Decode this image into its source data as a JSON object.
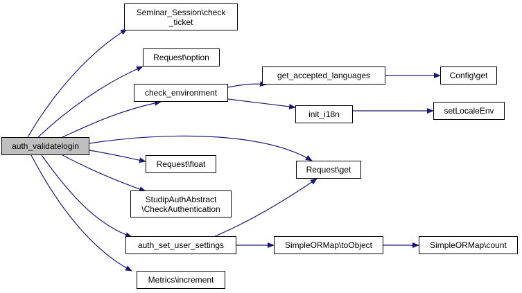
{
  "colors": {
    "edge": "#191970",
    "root_fill": "#bfbfbf",
    "node_fill": "#ffffff",
    "border": "#000000"
  },
  "nodes": {
    "auth_validatelogin": {
      "lines": [
        "auth_validatelogin"
      ]
    },
    "seminar_check_ticket": {
      "lines": [
        "Seminar_Session\\check",
        "_ticket"
      ]
    },
    "request_option": {
      "lines": [
        "Request\\option"
      ]
    },
    "check_environment": {
      "lines": [
        "check_environment"
      ]
    },
    "get_accepted_languages": {
      "lines": [
        "get_accepted_languages"
      ]
    },
    "config_get": {
      "lines": [
        "Config\\get"
      ]
    },
    "init_i18n": {
      "lines": [
        "init_i18n"
      ]
    },
    "setlocaleenv": {
      "lines": [
        "setLocaleEnv"
      ]
    },
    "request_float": {
      "lines": [
        "Request\\float"
      ]
    },
    "request_get": {
      "lines": [
        "Request\\get"
      ]
    },
    "studip_check_auth": {
      "lines": [
        "StudipAuthAbstract",
        "\\CheckAuthentication"
      ]
    },
    "auth_set_user_settings": {
      "lines": [
        "auth_set_user_settings"
      ]
    },
    "simpleormap_toobject": {
      "lines": [
        "SimpleORMap\\toObject"
      ]
    },
    "simpleormap_count": {
      "lines": [
        "SimpleORMap\\count"
      ]
    },
    "metrics_increment": {
      "lines": [
        "Metrics\\increment"
      ]
    }
  },
  "edges": [
    [
      "auth_validatelogin",
      "seminar_check_ticket"
    ],
    [
      "auth_validatelogin",
      "request_option"
    ],
    [
      "auth_validatelogin",
      "check_environment"
    ],
    [
      "auth_validatelogin",
      "request_get"
    ],
    [
      "auth_validatelogin",
      "request_float"
    ],
    [
      "auth_validatelogin",
      "studip_check_auth"
    ],
    [
      "auth_validatelogin",
      "auth_set_user_settings"
    ],
    [
      "auth_validatelogin",
      "metrics_increment"
    ],
    [
      "check_environment",
      "get_accepted_languages"
    ],
    [
      "check_environment",
      "init_i18n"
    ],
    [
      "get_accepted_languages",
      "config_get"
    ],
    [
      "init_i18n",
      "setlocaleenv"
    ],
    [
      "auth_set_user_settings",
      "request_get"
    ],
    [
      "auth_set_user_settings",
      "simpleormap_toobject"
    ],
    [
      "simpleormap_toobject",
      "simpleormap_count"
    ]
  ]
}
